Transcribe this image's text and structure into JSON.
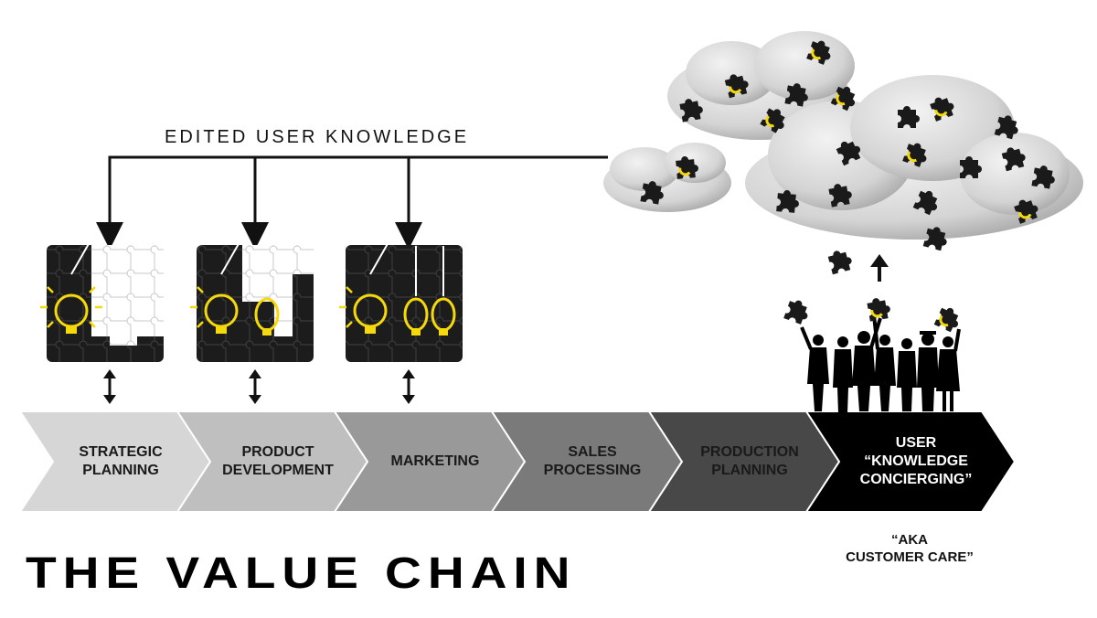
{
  "diagram": {
    "knowledge_label": "EDITED USER KNOWLEDGE",
    "title": "THE VALUE CHAIN",
    "note_lines": [
      "“AKA",
      "CUSTOMER CARE”"
    ],
    "stages": [
      {
        "lines": [
          "STRATEGIC",
          "PLANNING"
        ],
        "fill": "#d6d6d6"
      },
      {
        "lines": [
          "PRODUCT",
          "DEVELOPMENT"
        ],
        "fill": "#bfbfbf"
      },
      {
        "lines": [
          "MARKETING"
        ],
        "fill": "#999999"
      },
      {
        "lines": [
          "SALES",
          "PROCESSING"
        ],
        "fill": "#7a7a7a"
      },
      {
        "lines": [
          "PRODUCTION",
          "PLANNING"
        ],
        "fill": "#484848"
      },
      {
        "lines": [
          "USER",
          "“KNOWLEDGE",
          "CONCIERGING”"
        ],
        "fill": "#000000"
      }
    ],
    "colors": {
      "accent": "#f5d90a",
      "dark": "#1b1b1b",
      "line": "#111111"
    },
    "icons": [
      "puzzle-icon",
      "lightbulb-icon",
      "cloud-icon",
      "people-silhouette-icon"
    ]
  }
}
